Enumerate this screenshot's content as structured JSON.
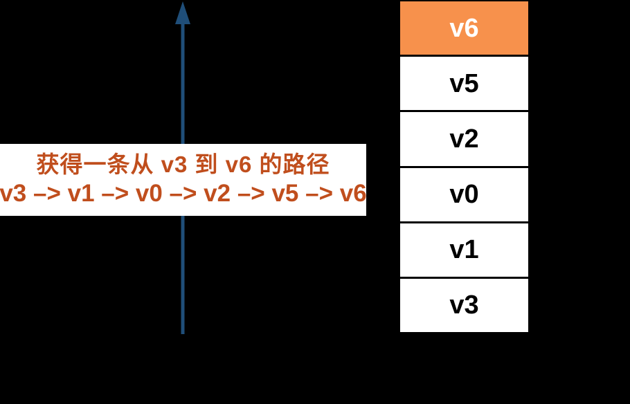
{
  "colors": {
    "background": "#000000",
    "arrow_blue": "#1f4e79",
    "highlight_orange": "#f7914c",
    "text_orange": "#c04e1d",
    "cell_bg": "#ffffff",
    "cell_text": "#000000",
    "cell_border": "#000000",
    "highlight_text": "#ffffff",
    "annotation_bg": "#ffffff"
  },
  "annotation": {
    "line1": "获得一条从 v3 到 v6 的路径",
    "line2": "v3 –> v1 –> v0 –> v2 –> v5 –> v6"
  },
  "arrow": {
    "direction": "up"
  },
  "stack": {
    "items": [
      {
        "label": "v6",
        "highlighted": true
      },
      {
        "label": "v5",
        "highlighted": false
      },
      {
        "label": "v2",
        "highlighted": false
      },
      {
        "label": "v0",
        "highlighted": false
      },
      {
        "label": "v1",
        "highlighted": false
      },
      {
        "label": "v3",
        "highlighted": false
      }
    ]
  }
}
